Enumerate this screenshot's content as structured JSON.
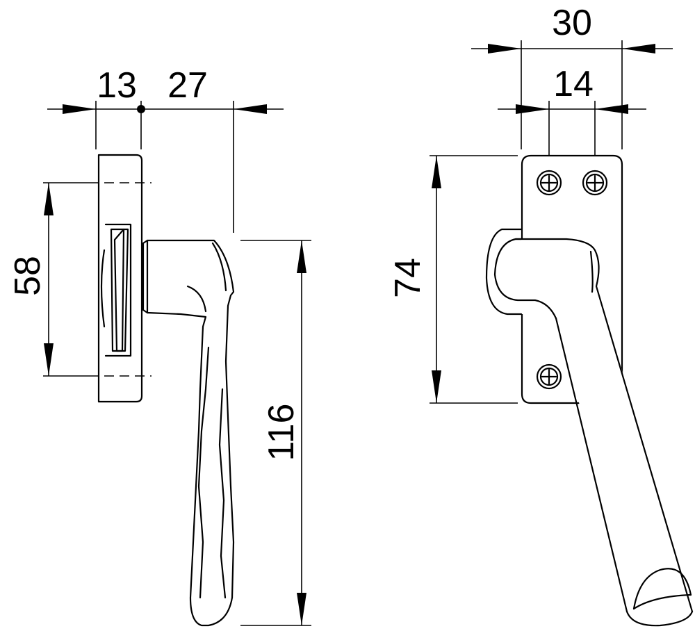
{
  "drawing": {
    "side_view": {
      "dim_left_width": "13",
      "dim_right_offset": "27",
      "dim_plate_height": "58",
      "dim_handle_length": "116"
    },
    "front_view": {
      "dim_overall_width": "30",
      "dim_screw_spacing": "14",
      "dim_plate_height": "74"
    }
  }
}
